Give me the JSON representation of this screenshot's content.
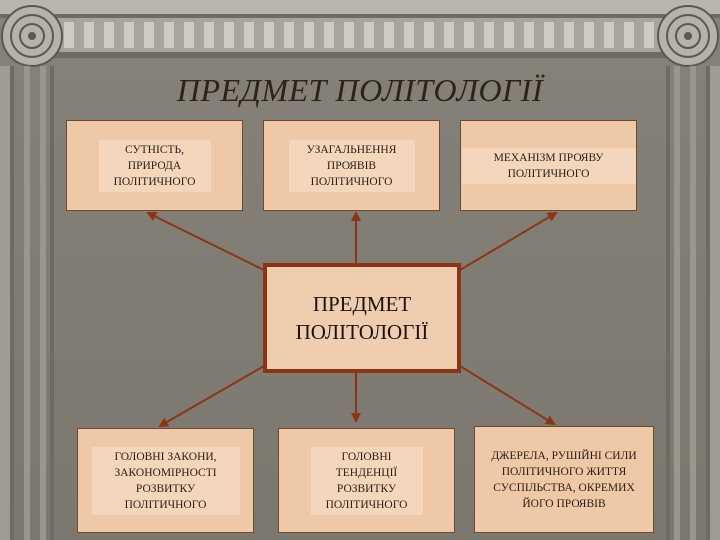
{
  "slide": {
    "title": "ПРЕДМЕТ ПОЛІТОЛОГІЇ",
    "center": {
      "line1": "ПРЕДМЕТ",
      "line2": "ПОЛІТОЛОГІЇ"
    },
    "boxes": {
      "top_left": "СУТНІСТЬ, ПРИРОДА ПОЛІТИЧНОГО",
      "top_center": "УЗАГАЛЬНЕННЯ ПРОЯВІВ ПОЛІТИЧНОГО",
      "top_right": "МЕХАНІЗМ ПРОЯВУ ПОЛІТИЧНОГО",
      "bottom_left": "ГОЛОВНІ ЗАКОНИ, ЗАКОНОМІРНОСТІ РОЗВИТКУ ПОЛІТИЧНОГО",
      "bottom_center": "ГОЛОВНІ ТЕНДЕНЦІЇ РОЗВИТКУ ПОЛІТИЧНОГО",
      "bottom_right": "ДЖЕРЕЛА, РУШІЙНІ СИЛИ ПОЛІТИЧНОГО ЖИТТЯ СУСПІЛЬСТВА, ОКРЕМИХ ЙОГО ПРОЯВІВ"
    }
  },
  "colors": {
    "background": "#8a857c",
    "box_fill": "#efc8a8",
    "center_border": "#8a3517",
    "arrow": "#8a3517",
    "title": "#2b2417"
  }
}
